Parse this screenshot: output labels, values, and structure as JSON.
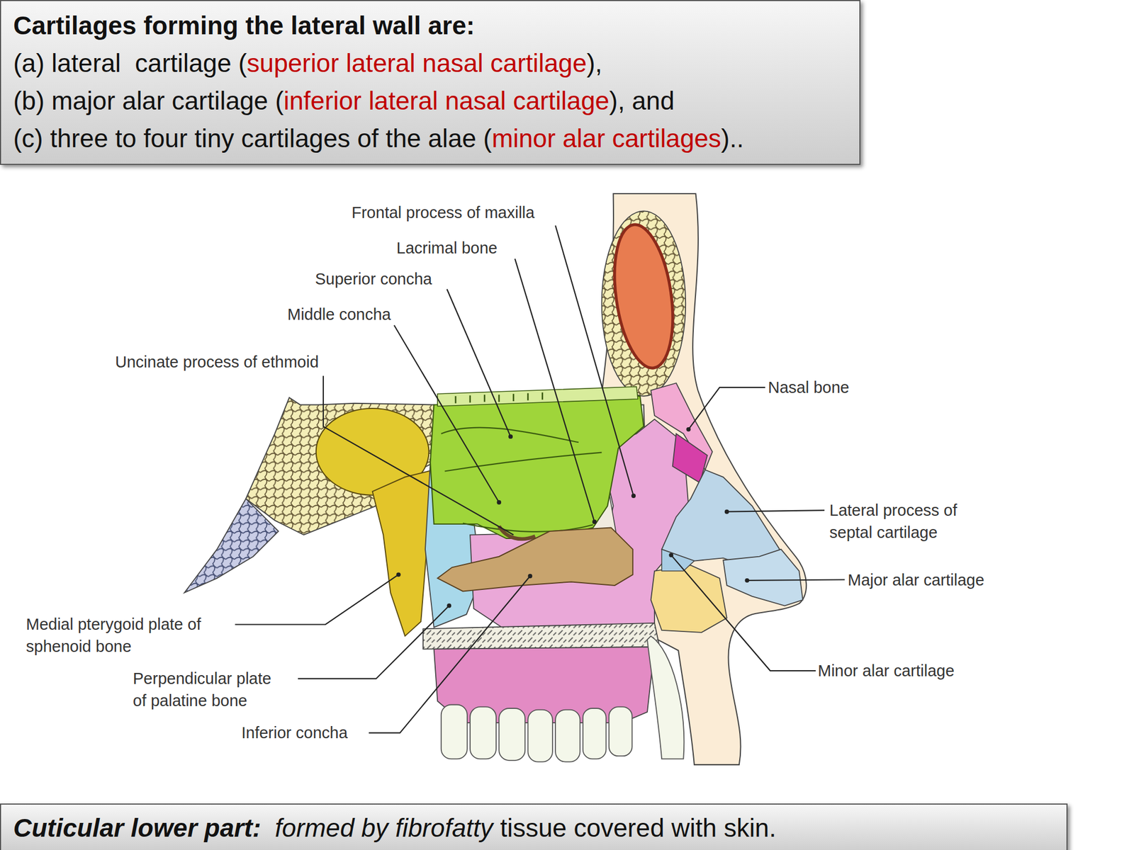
{
  "diagram": {
    "nodes": [
      {
        "text": [
          "Cartilages forming the lateral wall are:",
          "(a) lateral  cartilage (",
          "superior lateral nasal cartilage",
          "),",
          "(b) major alar cartilage (",
          "inferior lateral nasal cartilage",
          "), and",
          "(c) three to four tiny cartilages of the alae (",
          "minor alar cartilages",
          ").."
        ]
      },
      {
        "text": [
          "Cuticular lower part:",
          "formed by fibrofatty",
          "tissue covered with skin."
        ]
      }
    ],
    "labels": [
      "Frontal process of maxilla",
      "Lacrimal bone",
      "Superior concha",
      "Middle concha",
      "Uncinate process of ethmoid",
      "Nasal bone",
      "Lateral process of septal cartilage",
      "Major alar cartilage",
      "Minor alar cartilage",
      "Medial pterygoid plate of sphenoid bone",
      "Perpendicular plate of palatine bone",
      "Inferior concha"
    ]
  }
}
